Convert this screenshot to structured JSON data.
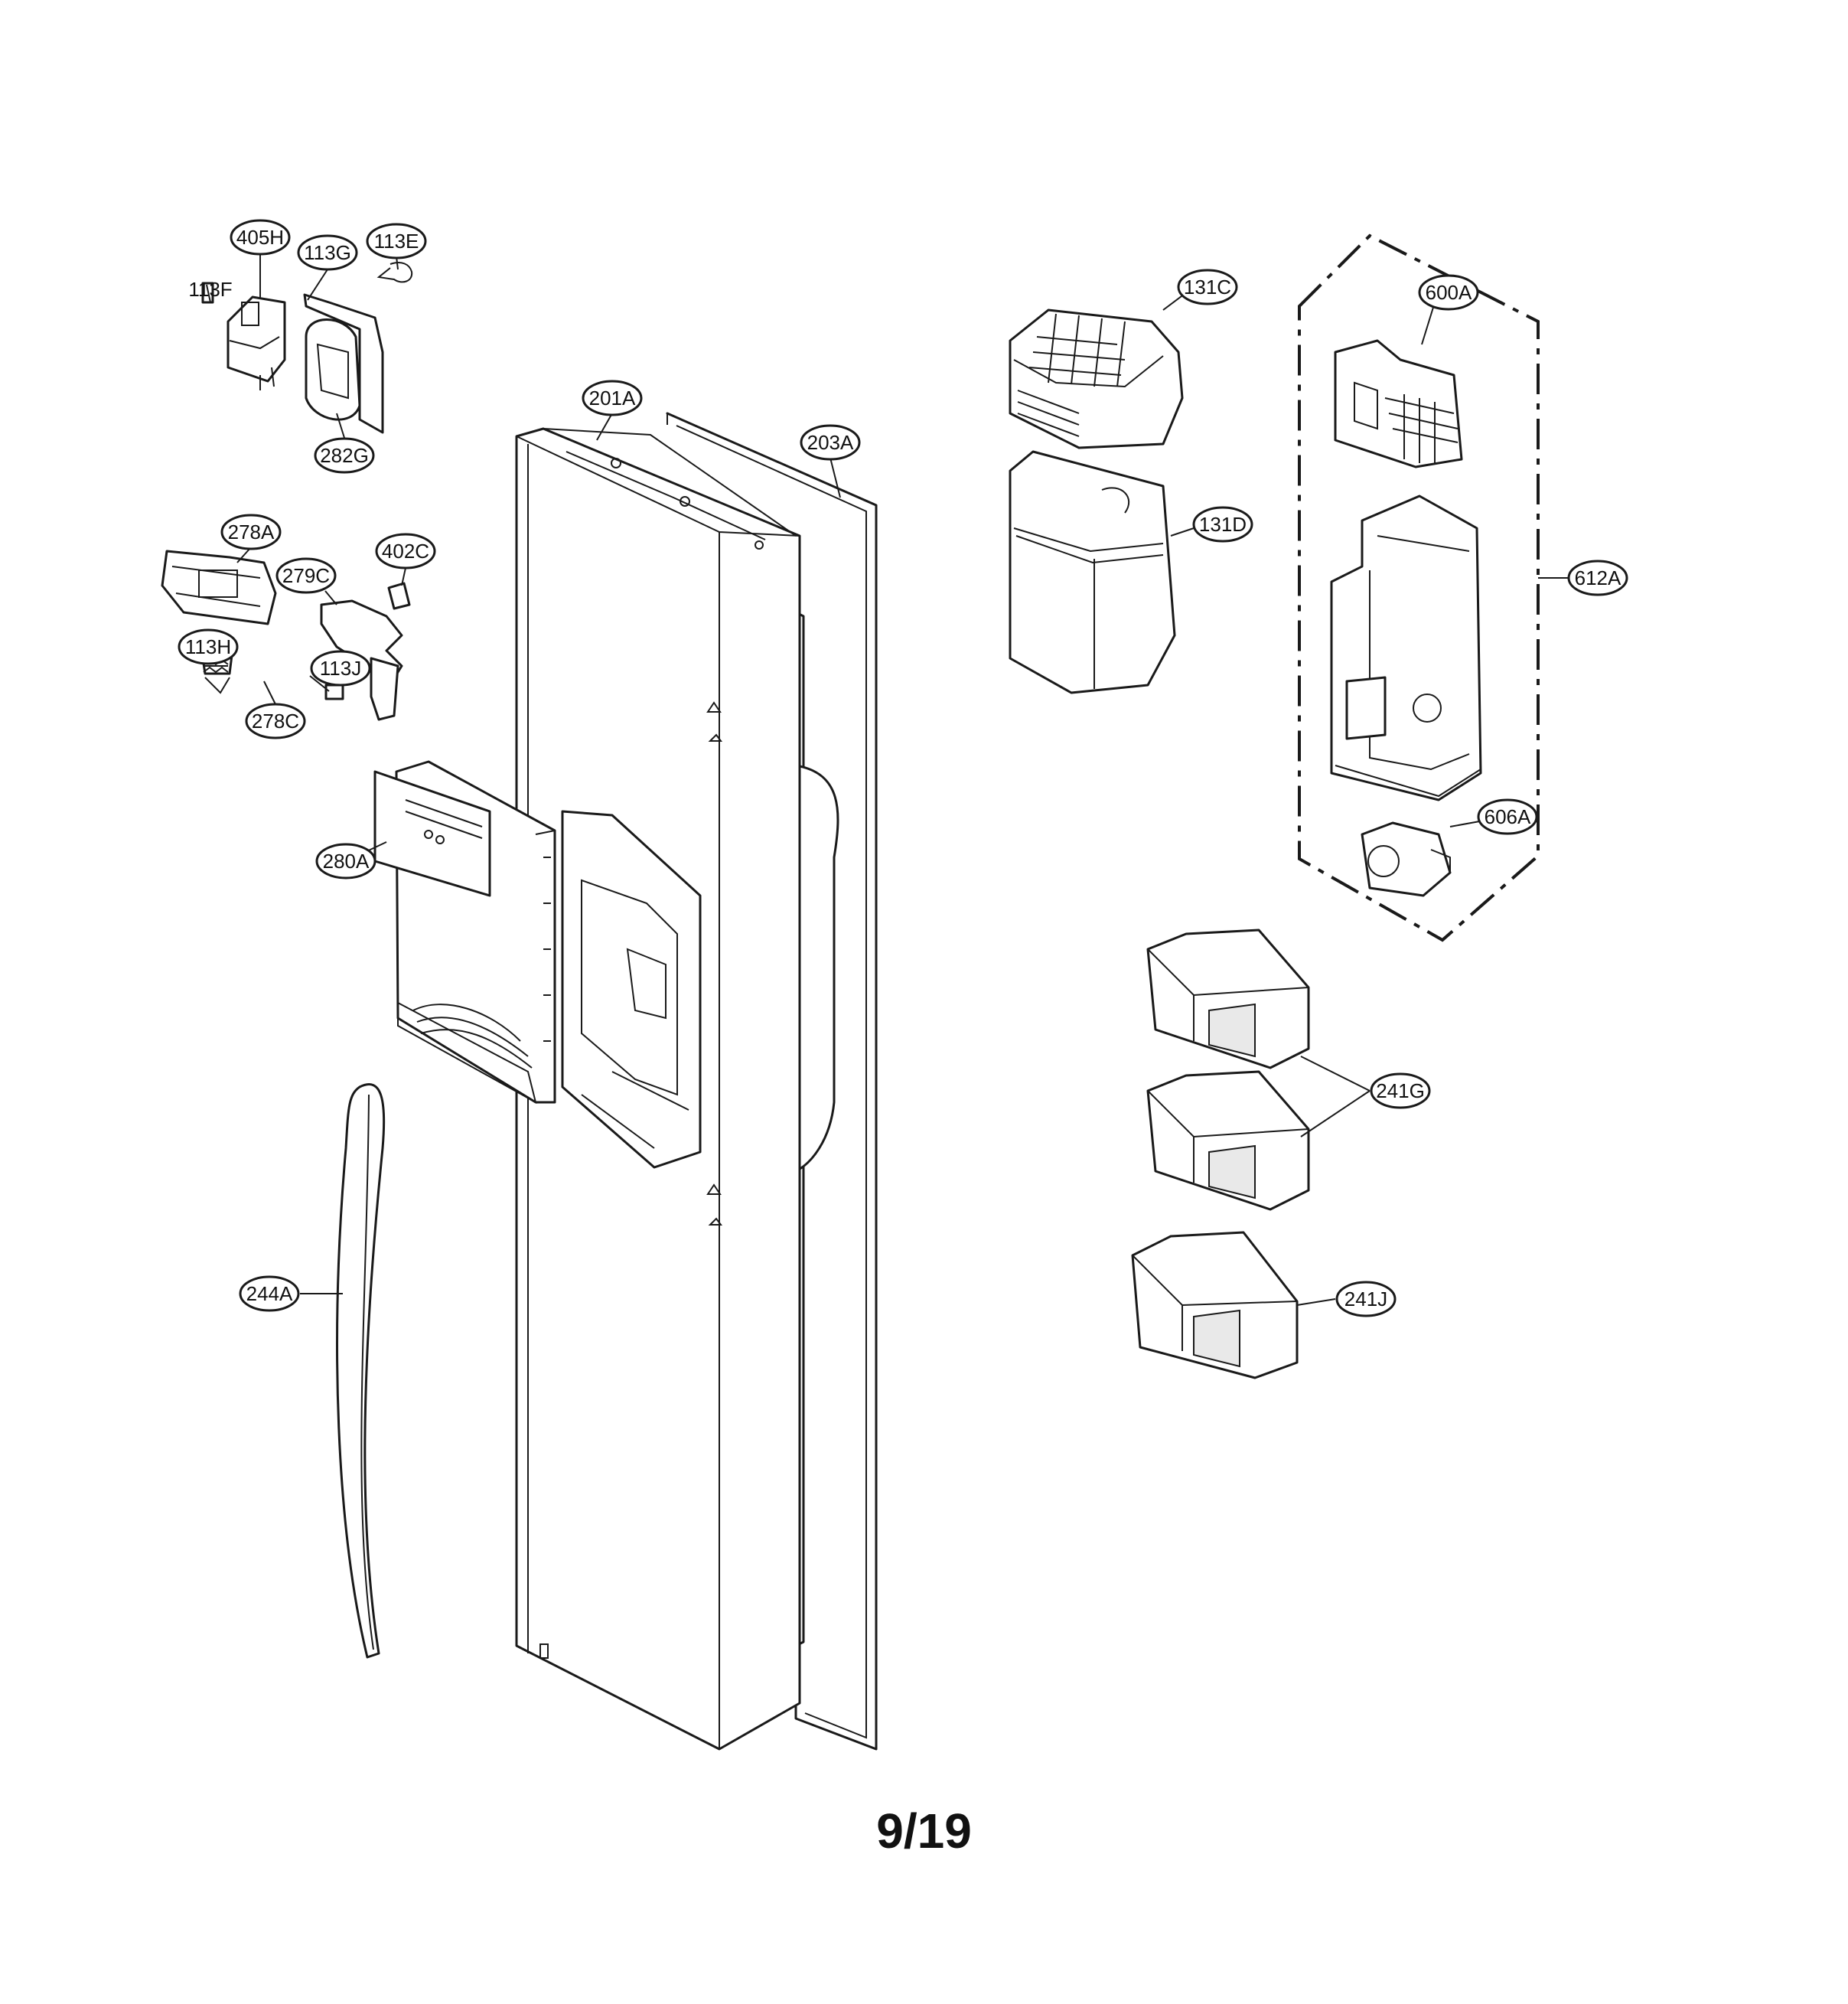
{
  "diagram": {
    "page_number": "9/19",
    "callouts": [
      {
        "id": "405H",
        "label": "405H"
      },
      {
        "id": "113G",
        "label": "113G"
      },
      {
        "id": "113E",
        "label": "113E"
      },
      {
        "id": "113F",
        "label": "113F"
      },
      {
        "id": "282G",
        "label": "282G"
      },
      {
        "id": "201A",
        "label": "201A"
      },
      {
        "id": "203A",
        "label": "203A"
      },
      {
        "id": "278A",
        "label": "278A"
      },
      {
        "id": "279C",
        "label": "279C"
      },
      {
        "id": "402C",
        "label": "402C"
      },
      {
        "id": "113H",
        "label": "113H"
      },
      {
        "id": "113J",
        "label": "113J"
      },
      {
        "id": "278C",
        "label": "278C"
      },
      {
        "id": "280A",
        "label": "280A"
      },
      {
        "id": "244A",
        "label": "244A"
      },
      {
        "id": "131C",
        "label": "131C"
      },
      {
        "id": "131D",
        "label": "131D"
      },
      {
        "id": "600A",
        "label": "600A"
      },
      {
        "id": "612A",
        "label": "612A"
      },
      {
        "id": "606A",
        "label": "606A"
      },
      {
        "id": "241G",
        "label": "241G"
      },
      {
        "id": "241J",
        "label": "241J"
      }
    ]
  }
}
